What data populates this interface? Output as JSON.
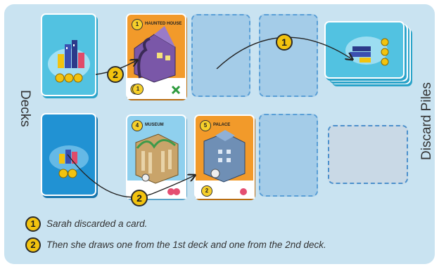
{
  "labels": {
    "decks": "Decks",
    "discard_piles": "Discard Piles"
  },
  "markers": {
    "one": "1",
    "two": "2"
  },
  "cards": {
    "haunted_house": {
      "name": "HAUNTED HOUSE",
      "number": "1",
      "bottom_number": "1"
    },
    "museum": {
      "name": "MUSEUM",
      "number": "4"
    },
    "palace": {
      "name": "PALACE",
      "number": "5",
      "bottom_number": "2"
    }
  },
  "legend": [
    {
      "marker": "1",
      "text": "Sarah discarded a card."
    },
    {
      "marker": "2",
      "text": "Then she draws one from the 1st deck and one from the 2nd deck."
    }
  ],
  "colors": {
    "panel": "#c9e3f1",
    "deck_light": "#52c2e1",
    "deck_dark": "#2192d3",
    "haunted_card": "#f29a2a",
    "museum_card": "#8fd0ee",
    "palace_card": "#f29a2a",
    "marker": "#f2c30f"
  }
}
